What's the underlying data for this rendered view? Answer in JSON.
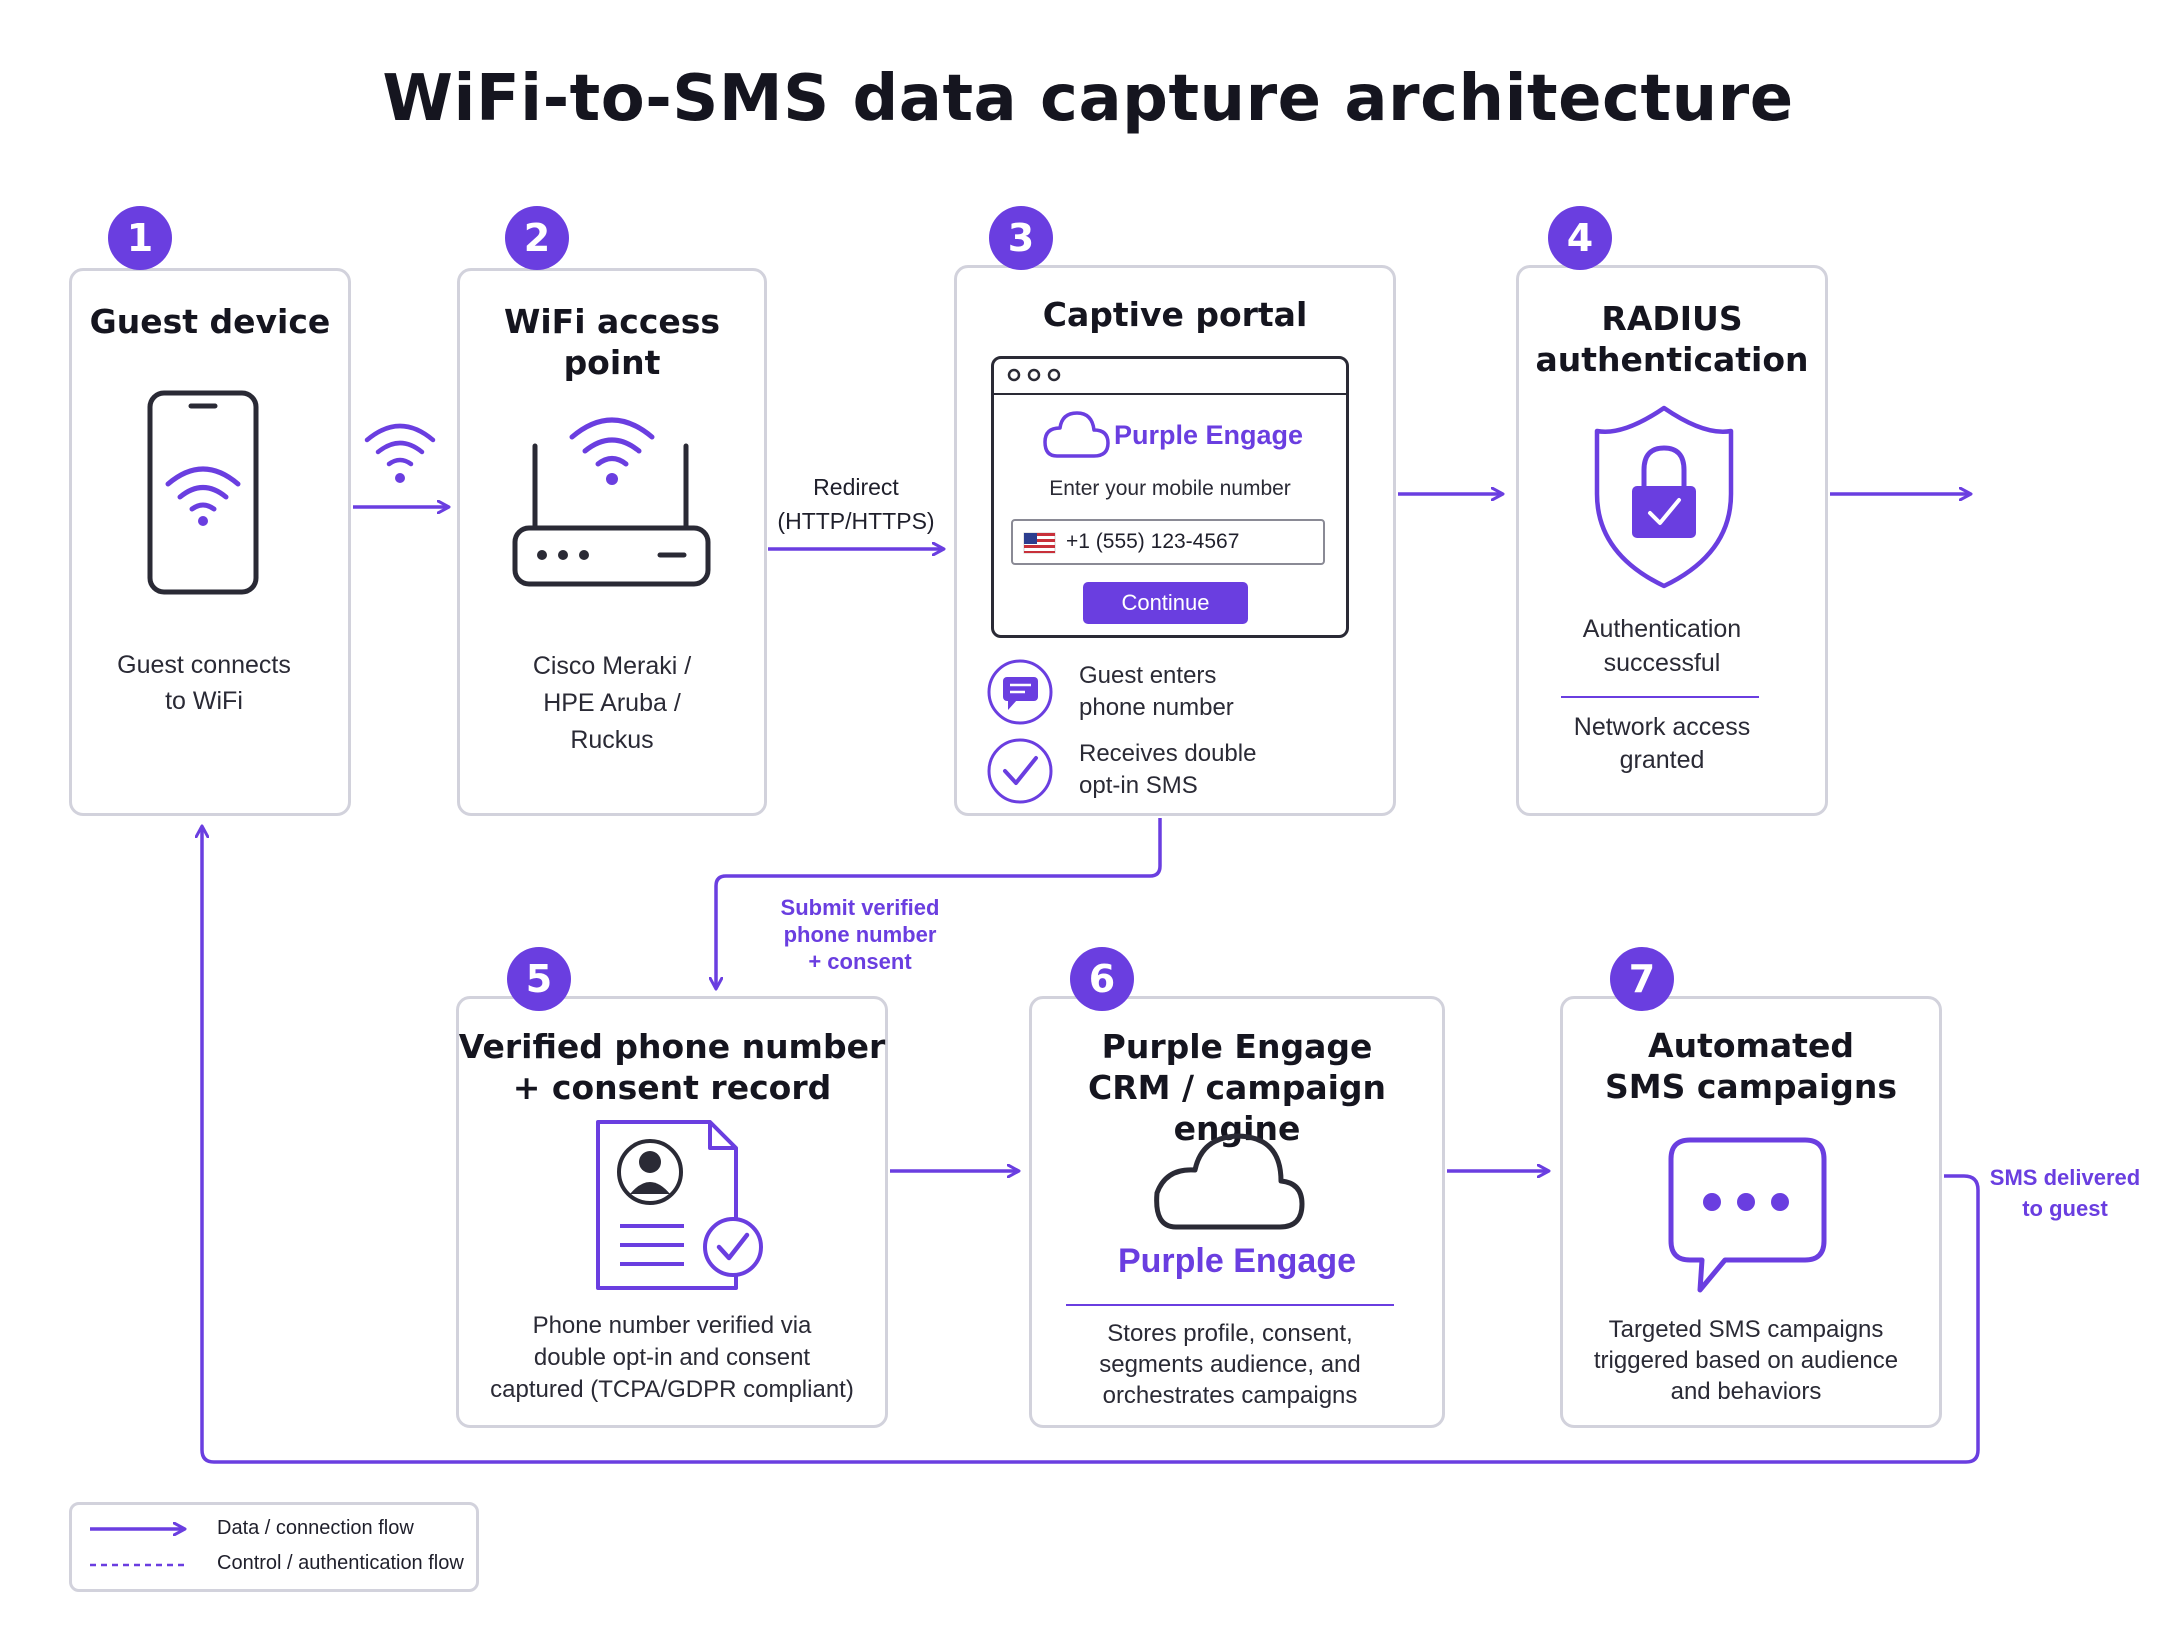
{
  "title": "WiFi-to-SMS data capture architecture",
  "colors": {
    "accent": "#6a3ee0",
    "border": "#d2d2dc",
    "text": "#1f1f2b"
  },
  "steps": [
    {
      "number": "1",
      "title": "Guest device",
      "desc_lines": [
        "Guest connects",
        "to WiFi"
      ],
      "icon": "smartphone-wifi-icon"
    },
    {
      "number": "2",
      "title": "WiFi access point",
      "desc_lines": [
        "Cisco Meraki /",
        "HPE Aruba /",
        "Ruckus"
      ],
      "icon": "router-icon"
    },
    {
      "number": "3",
      "title": "Captive portal",
      "portal": {
        "brand": "Purple Engage",
        "prompt": "Enter your mobile number",
        "phone_value": "+1 (555) 123-4567",
        "button": "Continue"
      },
      "items": [
        {
          "icon": "chat-bubble-icon",
          "lines": [
            "Guest enters",
            "phone number"
          ]
        },
        {
          "icon": "check-circle-icon",
          "lines": [
            "Receives double",
            "opt-in SMS"
          ]
        }
      ]
    },
    {
      "number": "4",
      "title_lines": [
        "RADIUS",
        "authentication"
      ],
      "status_lines": [
        "Authentication",
        "successful"
      ],
      "result_lines": [
        "Network access",
        "granted"
      ],
      "icon": "shield-lock-icon"
    },
    {
      "number": "5",
      "title_lines": [
        "Verified phone number",
        "+ consent record"
      ],
      "desc_lines": [
        "Phone number verified via",
        "double opt-in and consent",
        "captured (TCPA/GDPR compliant)"
      ],
      "icon": "document-profile-check-icon"
    },
    {
      "number": "6",
      "title_lines": [
        "Purple Engage",
        "CRM / campaign engine"
      ],
      "brand": "Purple Engage",
      "desc_lines": [
        "Stores profile, consent,",
        "segments audience, and",
        "orchestrates campaigns"
      ],
      "icon": "cloud-icon"
    },
    {
      "number": "7",
      "title_lines": [
        "Automated",
        "SMS campaigns"
      ],
      "desc_lines": [
        "Targeted SMS campaigns",
        "triggered based on audience",
        "and behaviors"
      ],
      "icon": "message-dots-icon"
    }
  ],
  "flow_labels": {
    "redirect": [
      "Redirect",
      "(HTTP/HTTPS)"
    ],
    "submit": [
      "Submit verified",
      "phone number",
      "+ consent"
    ],
    "sms_delivered": [
      "SMS delivered",
      "to guest"
    ]
  },
  "legend": [
    {
      "label": "Data / connection flow",
      "style": "solid"
    },
    {
      "label": "Control / authentication flow",
      "style": "dashed"
    }
  ]
}
